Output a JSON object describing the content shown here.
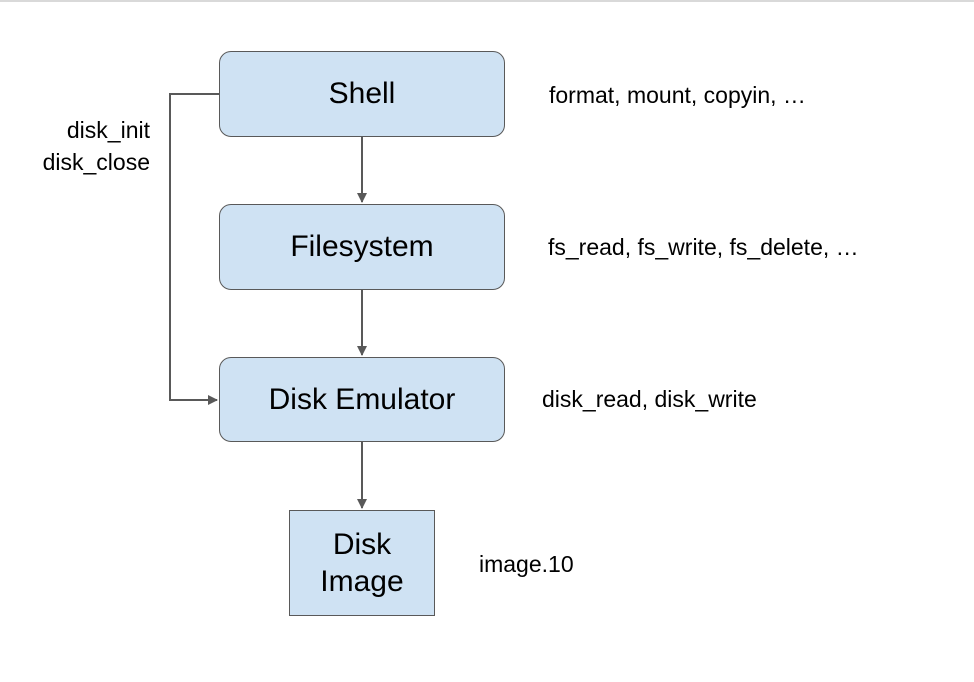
{
  "layers": {
    "shell": {
      "label": "Shell",
      "functions": "format, mount, copyin, …"
    },
    "filesystem": {
      "label": "Filesystem",
      "functions": "fs_read, fs_write, fs_delete, …"
    },
    "disk_emulator": {
      "label": "Disk Emulator",
      "functions": "disk_read, disk_write"
    },
    "disk_image": {
      "label_line1": "Disk",
      "label_line2": "Image",
      "file": "image.10"
    }
  },
  "bypass_calls": [
    "disk_init",
    "disk_close"
  ],
  "colors": {
    "box_fill": "#cfe2f3",
    "box_border": "#595959",
    "arrow": "#595959"
  }
}
